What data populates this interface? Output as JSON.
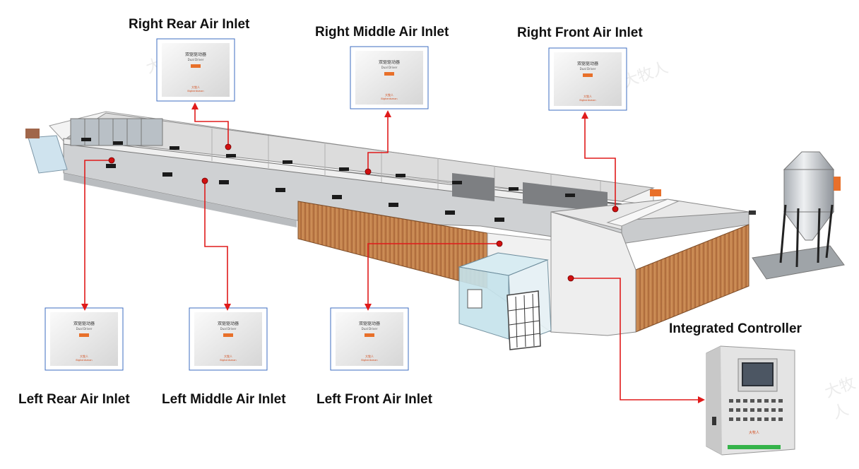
{
  "labels": {
    "right_rear": "Right Rear Air Inlet",
    "right_middle": "Right Middle Air Inlet",
    "right_front": "Right Front Air Inlet",
    "left_rear": "Left Rear Air Inlet",
    "left_middle": "Left Middle Air Inlet",
    "left_front": "Left Front Air Inlet",
    "controller": "Integrated Controller"
  },
  "device_box": {
    "title_cn": "双驱驱动器",
    "subtitle": "Dual Driver",
    "brand_cn": "大牧人",
    "brand_en": "Bigherdsman"
  },
  "watermark": "大牧人",
  "colors": {
    "arrow": "#e01b1b",
    "dot": "#d01010",
    "pad": "#c8844a",
    "box_border": "#3d6cc2"
  }
}
